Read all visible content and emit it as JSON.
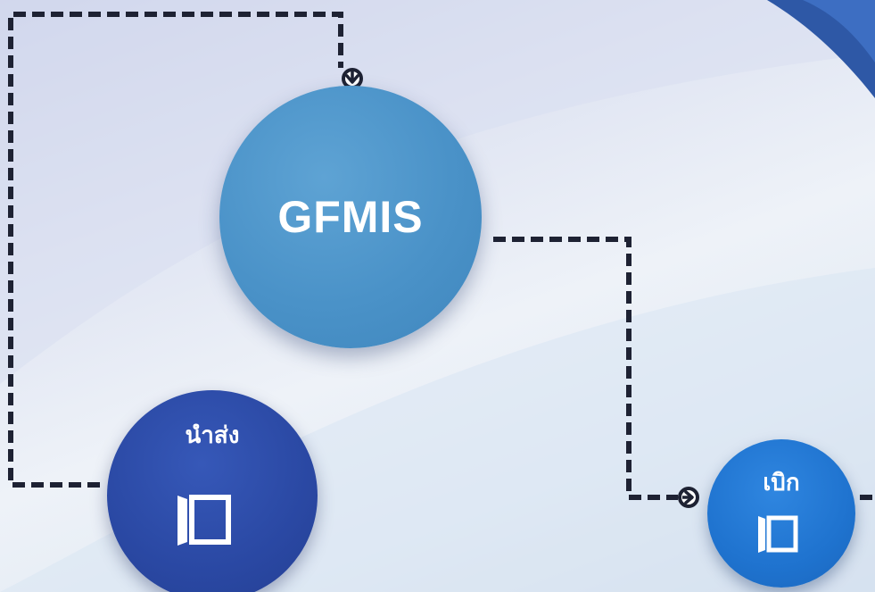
{
  "nodes": {
    "gfmis": {
      "label": "GFMIS"
    },
    "deposit": {
      "label": "นำส่ง",
      "icon": "door-icon"
    },
    "withdraw": {
      "label": "เบิก",
      "icon": "door-icon"
    }
  },
  "colors": {
    "gfmis": "#4a92c8",
    "deposit": "#2a48a3",
    "withdraw": "#1f73cf",
    "connector": "#1e2233"
  }
}
